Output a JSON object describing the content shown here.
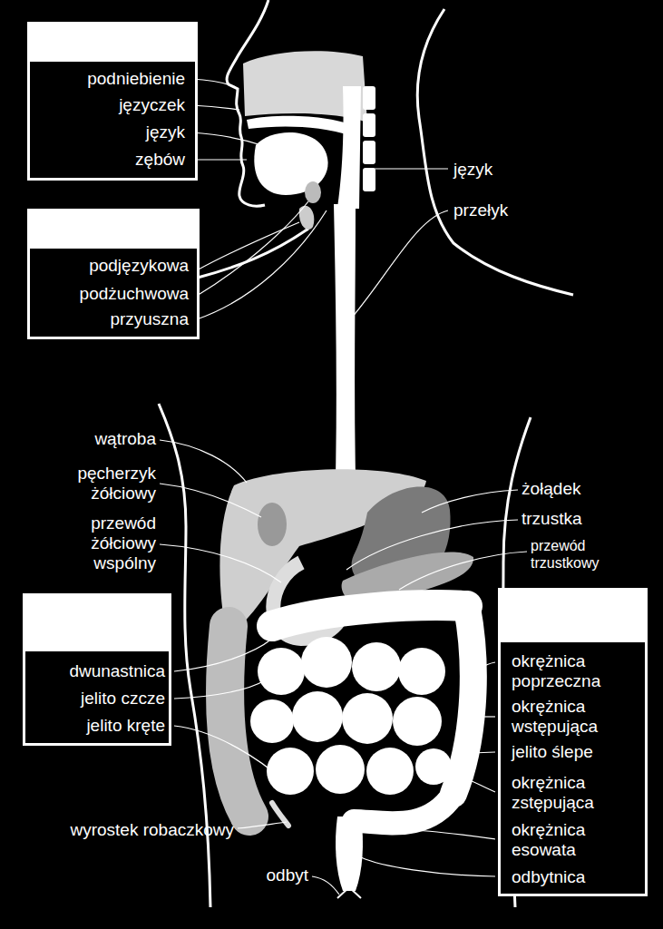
{
  "diagram": {
    "nodes": [
      {
        "text": [
          "podniebienie",
          "języczek",
          "język",
          "zębów"
        ]
      },
      {
        "text": [
          "podjęzykowa",
          "podżuchwowa",
          "przyuszna"
        ]
      },
      {
        "text": [
          "dwunastnica",
          "jelito czcze",
          "jelito kręte"
        ]
      },
      {
        "text": [
          "okrężnica poprzeczna",
          "okrężnica wstępująca",
          "jelito ślepe",
          "okrężnica zstępująca",
          "okrężnica esowata",
          "odbytnica"
        ]
      }
    ],
    "labels": [
      "język",
      "przełyk",
      "wątroba",
      "pęcherzyk żółciowy",
      "przewód żółciowy wspólny",
      "żołądek",
      "trzustka",
      "przewód trzustkowy",
      "wyrostek robaczkowy",
      "odbyt"
    ]
  }
}
